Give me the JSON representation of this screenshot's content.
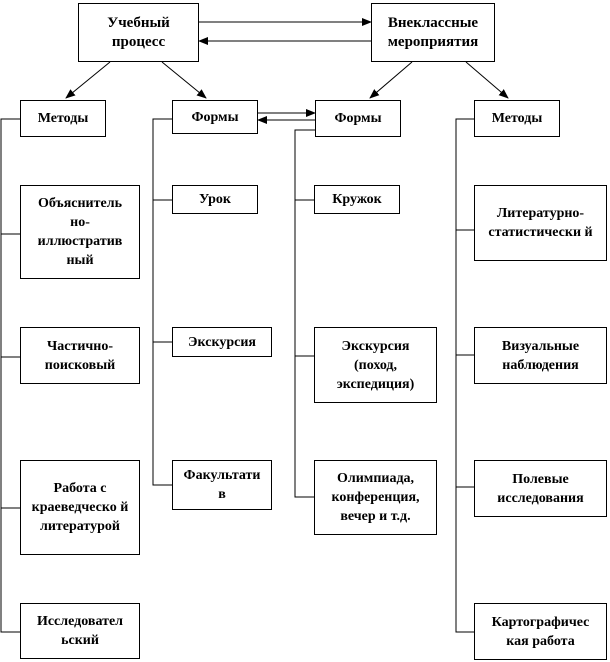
{
  "top": {
    "education": "Учебный процесс",
    "extracurricular": "Внеклассные мероприятия"
  },
  "headers": {
    "methods_left": "Методы",
    "forms_left": "Формы",
    "forms_right": "Формы",
    "methods_right": "Методы"
  },
  "methods_left": [
    "Объяснитель но-иллюстратив ный",
    "Частично-поисковый",
    "Работа с краеведческо й литературой",
    "Исследовател ьский"
  ],
  "forms_left": [
    "Урок",
    "Экскурсия",
    "Факультати в"
  ],
  "forms_right": [
    "Кружок",
    "Экскурсия (поход, экспедиция)",
    "Олимпиада, конференция, вечер и т.д."
  ],
  "methods_right": [
    "Литературно-статистически й",
    "Визуальные наблюдения",
    "Полевые исследования",
    "Картографичес кая работа"
  ]
}
